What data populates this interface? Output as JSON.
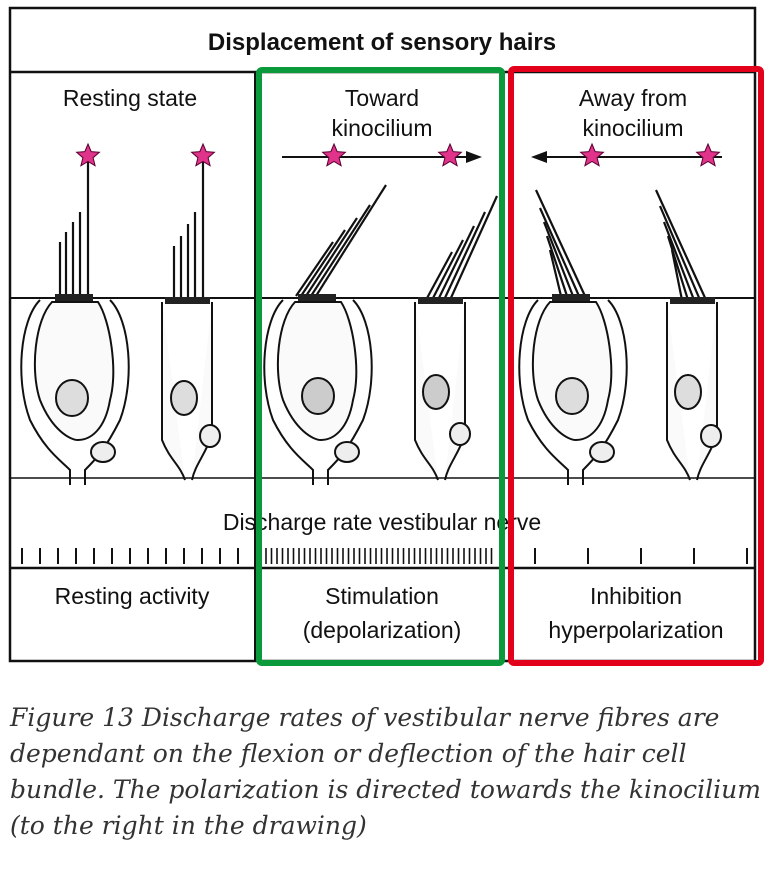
{
  "figure": {
    "header": "Displacement of sensory hairs",
    "panels": [
      {
        "title_lines": [
          "Resting state"
        ],
        "result_lines": [
          "Resting activity"
        ]
      },
      {
        "title_lines": [
          "Toward",
          "kinocilium"
        ],
        "result_lines": [
          "Stimulation",
          "(depolarization)"
        ]
      },
      {
        "title_lines": [
          "Away from",
          "kinocilium"
        ],
        "result_lines": [
          "Inhibition",
          "hyperpolarization"
        ]
      }
    ],
    "discharge_label": "Discharge rate vestibular nerve",
    "highlight_colors": {
      "toward": "#0a9a3c",
      "away": "#e3001b",
      "star": "#e0338a"
    }
  },
  "caption": "Figure 13 Discharge rates of vestibular nerve fibres are dependant on the flexion or deflection of the hair cell bundle. The polarization is directed towards the kinocilium (to the right in the drawing)"
}
